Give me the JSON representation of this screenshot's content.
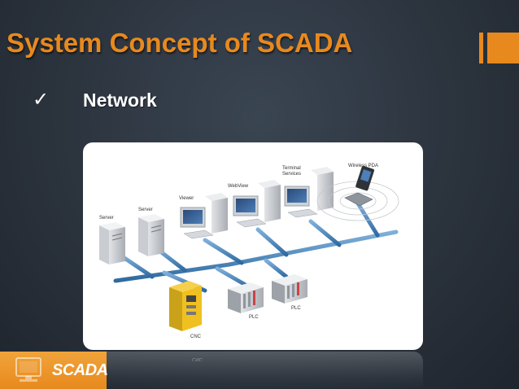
{
  "slide": {
    "title": "System Concept of SCADA",
    "bullet": {
      "icon": "checkmark-icon",
      "mark": "✓",
      "text": "Network"
    }
  },
  "diagram": {
    "labels": {
      "server1": "Server",
      "server2": "Server",
      "viewer": "Viewer",
      "webview": "WebView",
      "terminal_services_line1": "Terminal",
      "terminal_services_line2": "Services",
      "wireless_pda": "Wireless PDA",
      "cnc": "CNC",
      "plc1": "PLC",
      "plc2": "PLC"
    },
    "reflection_label": "CNC"
  },
  "logo": {
    "text": "SCADA",
    "icon": "computer-monitor-icon"
  },
  "colors": {
    "accent": "#e8891e",
    "background": "#2b333d",
    "network_cable": "#3f7fb5"
  }
}
